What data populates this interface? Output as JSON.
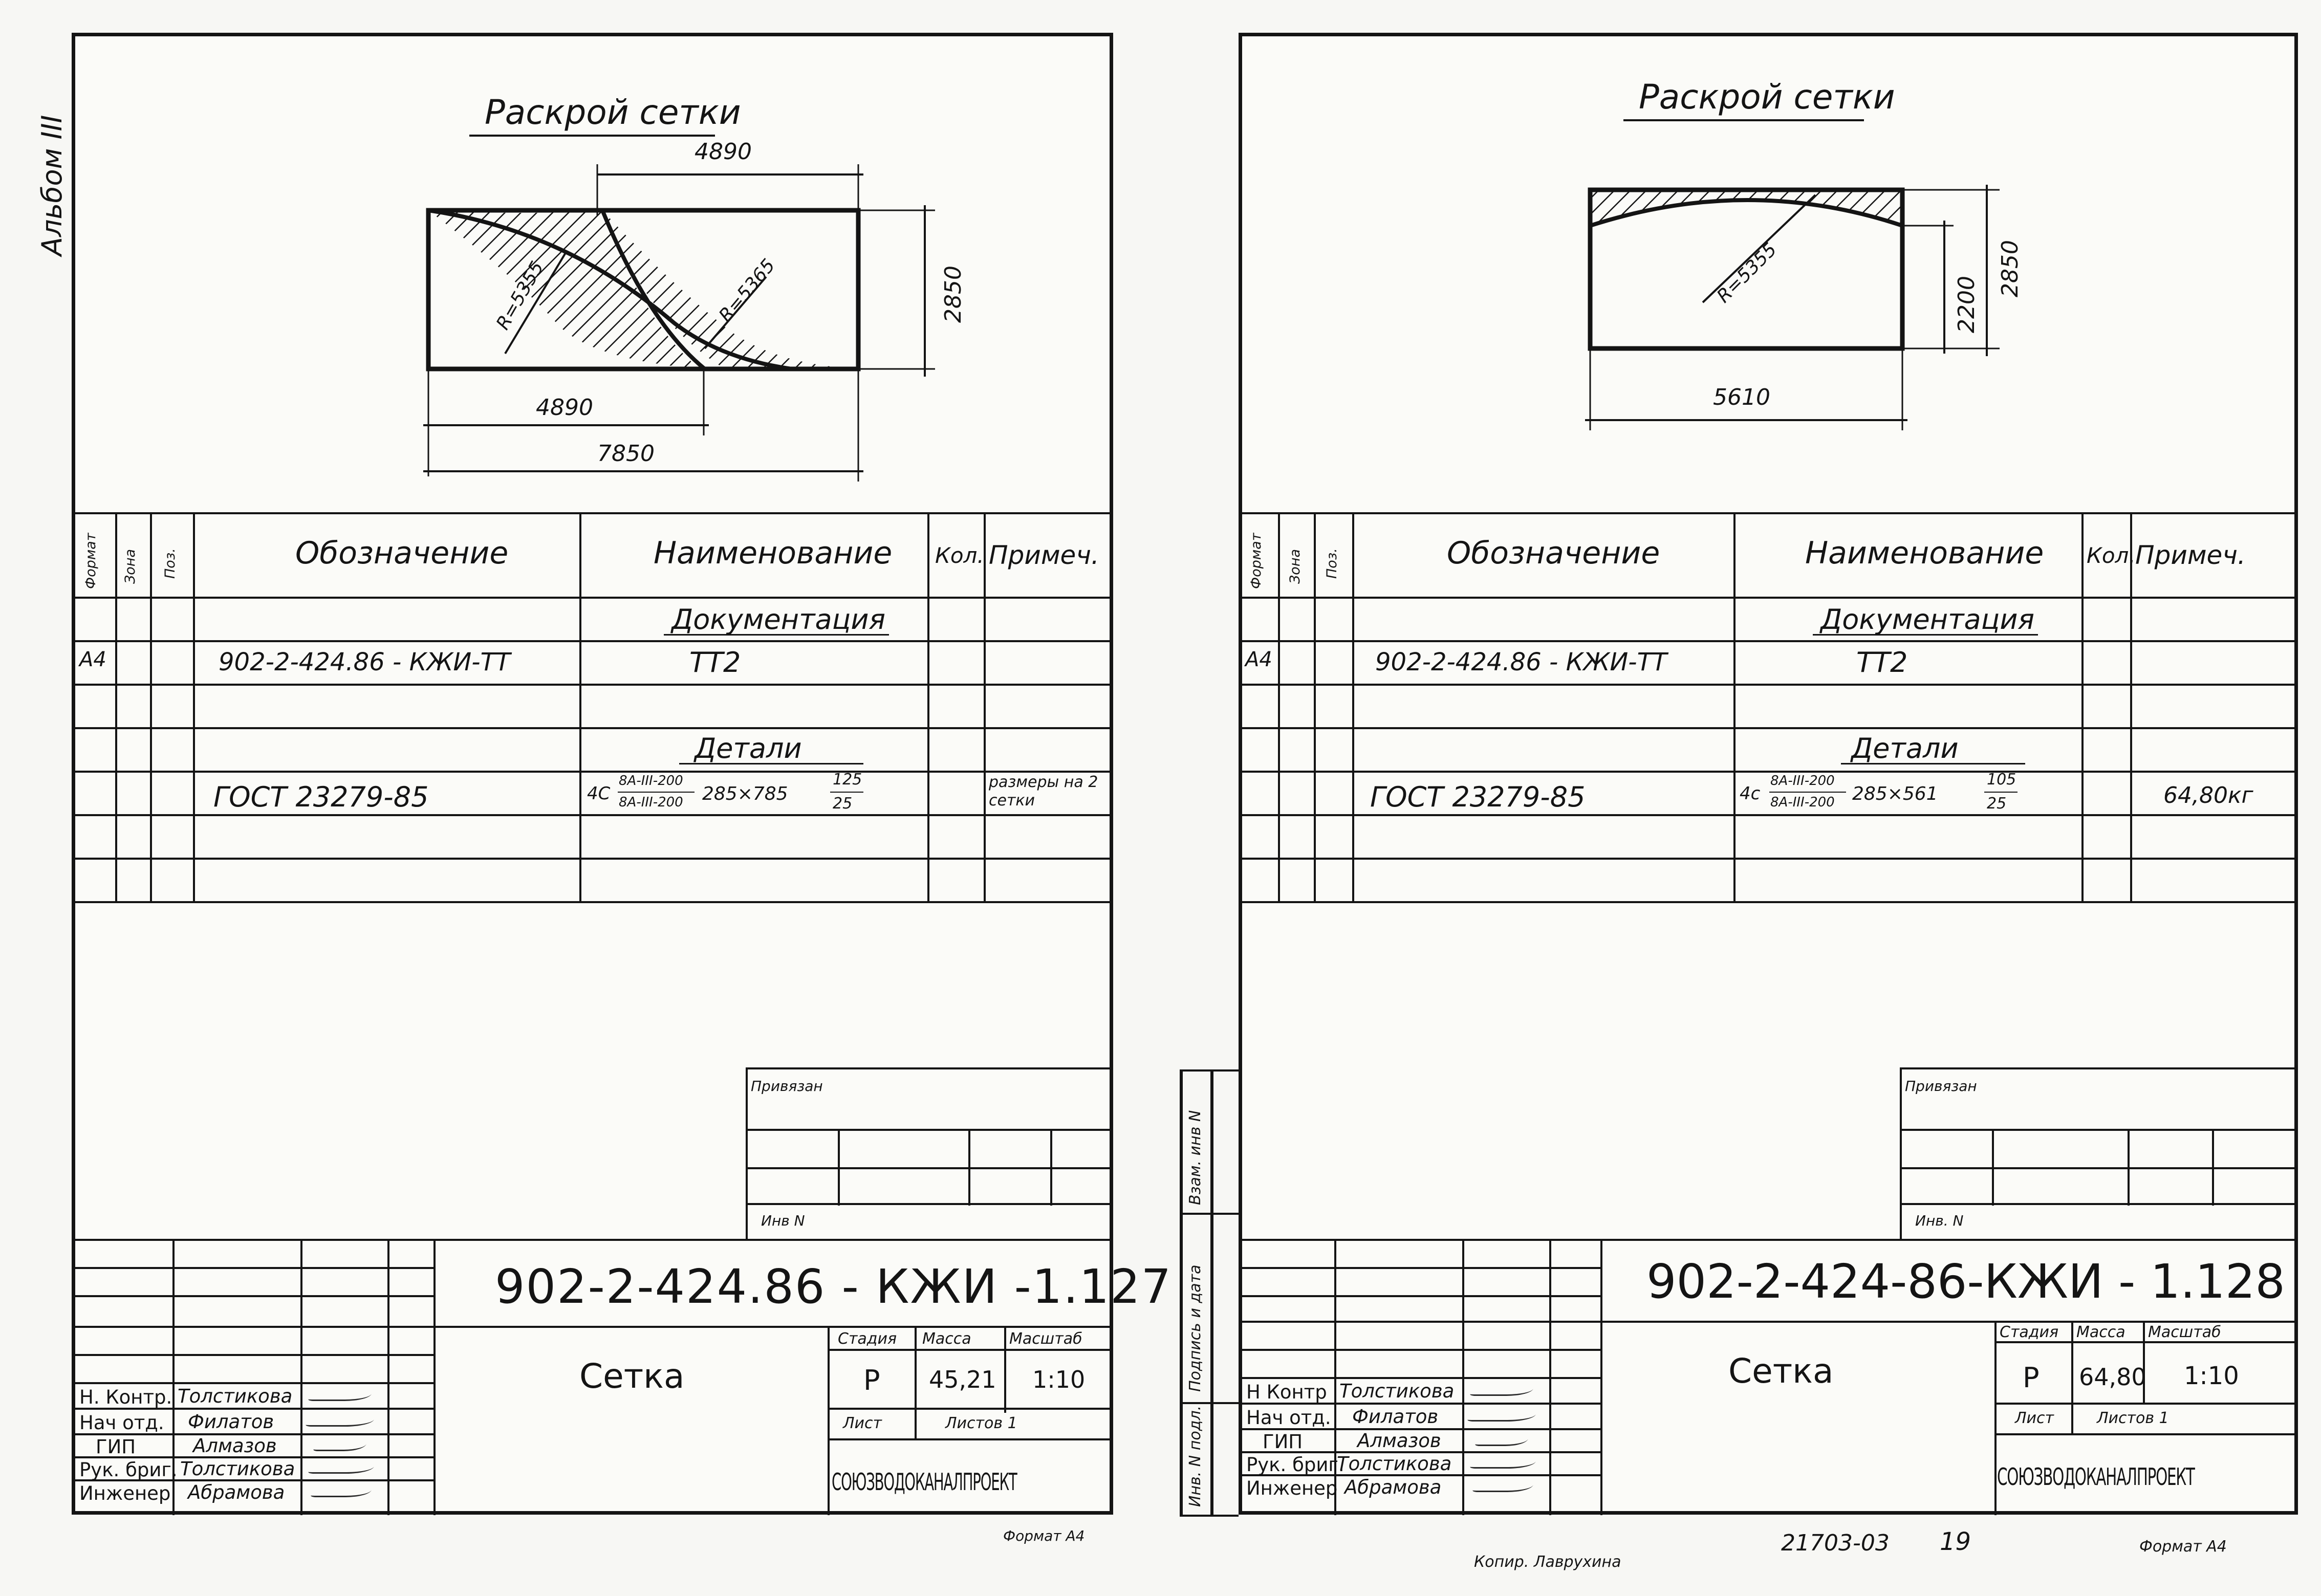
{
  "album_label": "Альбом III",
  "left_strip": [
    "Взам. инв N",
    "Подпись и дата",
    "Инв. N подл."
  ],
  "sheets": [
    {
      "id": "sheet-1",
      "cutting_title": "Раскрой сетки",
      "dims": {
        "top": "4890",
        "height": "2850",
        "bottom_a": "4890",
        "bottom_b": "7850",
        "radius_a": "R=5355",
        "radius_b": "R=5365"
      },
      "spec": {
        "headers": {
          "format": "Формат",
          "zone": "Зона",
          "pos": "Поз.",
          "designation": "Обозначение",
          "name": "Наименование",
          "qty": "Кол.",
          "note": "Примеч."
        },
        "section_docs": "Документация",
        "doc_row": {
          "format": "А4",
          "designation": "902-2-424.86 -   КЖИ-ТТ",
          "name": "ТТ2"
        },
        "section_parts": "Детали",
        "part_row": {
          "designation": "ГОСТ 23279-85",
          "name_prefix": "4С",
          "name_num": "8А-III-200",
          "name_den": "8А-III-200",
          "name_size": "285×785",
          "name_frac_num": "125",
          "name_frac_den": "25",
          "note": "размеры на 2 сетки"
        }
      },
      "binding": {
        "label": "Привязан",
        "inv_label": "Инв N"
      },
      "title_block": {
        "code": "902-2-424.86 -   КЖИ -1.127",
        "name": "Сетка",
        "stage_label": "Стадия",
        "mass_label": "Масса",
        "scale_label": "Масштаб",
        "stage": "Р",
        "mass": "45,21",
        "scale": "1:10",
        "sheet_label": "Лист",
        "sheets_label": "Листов 1",
        "org": "СОЮЗВОДОКАНАЛПРОЕКТ",
        "roles": [
          {
            "role": "Н. Контр.",
            "person": "Толстикова"
          },
          {
            "role": "Нач отд.",
            "person": "Филатов"
          },
          {
            "role": "ГИП",
            "person": "Алмазов"
          },
          {
            "role": "Рук. бриг.",
            "person": "Толстикова"
          },
          {
            "role": "Инженер",
            "person": "Абрамова"
          }
        ]
      },
      "format_label": "Формат А4"
    },
    {
      "id": "sheet-2",
      "cutting_title": "Раскрой сетки",
      "dims": {
        "width": "5610",
        "height_outer": "2850",
        "height_inner": "2200",
        "radius": "R=5355"
      },
      "spec": {
        "headers": {
          "format": "Формат",
          "zone": "Зона",
          "pos": "Поз.",
          "designation": "Обозначение",
          "name": "Наименование",
          "qty": "Кол.",
          "note": "Примеч."
        },
        "section_docs": "Документация",
        "doc_row": {
          "format": "А4",
          "designation": "902-2-424.86 - КЖИ-ТТ",
          "name": "ТТ2"
        },
        "section_parts": "Детали",
        "part_row": {
          "designation": "ГОСТ 23279-85",
          "name_prefix": "4с",
          "name_num": "8А-III-200",
          "name_den": "8А-III-200",
          "name_size": "285×561",
          "name_frac_num": "105",
          "name_frac_den": "25",
          "note": "64,80кг"
        }
      },
      "binding": {
        "label": "Привязан",
        "inv_label": "Инв. N"
      },
      "title_block": {
        "code": "902-2-424-86-КЖИ - 1.128",
        "name": "Сетка",
        "stage_label": "Стадия",
        "mass_label": "Масса",
        "scale_label": "Масштаб",
        "stage": "Р",
        "mass": "64,80",
        "scale": "1:10",
        "sheet_label": "Лист",
        "sheets_label": "Листов 1",
        "org": "СОЮЗВОДОКАНАЛПРОЕКТ",
        "roles": [
          {
            "role": "Н Контр",
            "person": "Толстикова"
          },
          {
            "role": "Нач отд.",
            "person": "Филатов"
          },
          {
            "role": "ГИП",
            "person": "Алмазов"
          },
          {
            "role": "Рук. бриг.",
            "person": "Толстикова"
          },
          {
            "role": "Инженер",
            "person": "Абрамова"
          }
        ]
      },
      "format_label": "Формат А4",
      "footer": {
        "archive_no": "21703-03",
        "page_no": "19",
        "copier": "Копир. Лаврухина"
      }
    }
  ]
}
